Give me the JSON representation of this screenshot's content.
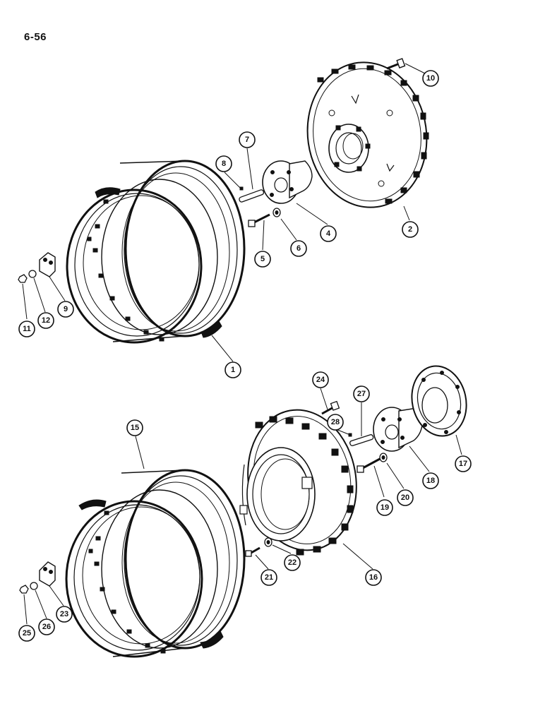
{
  "page": {
    "number": "6-56"
  },
  "callouts": {
    "c1": "1",
    "c2": "2",
    "c4": "4",
    "c5": "5",
    "c6": "6",
    "c7": "7",
    "c8": "8",
    "c9": "9",
    "c10": "10",
    "c11": "11",
    "c12": "12",
    "c15": "15",
    "c16": "16",
    "c17": "17",
    "c18": "18",
    "c19": "19",
    "c20": "20",
    "c21": "21",
    "c22": "22",
    "c23": "23",
    "c24": "24",
    "c25": "25",
    "c26": "26",
    "c27": "27",
    "c28": "28"
  }
}
